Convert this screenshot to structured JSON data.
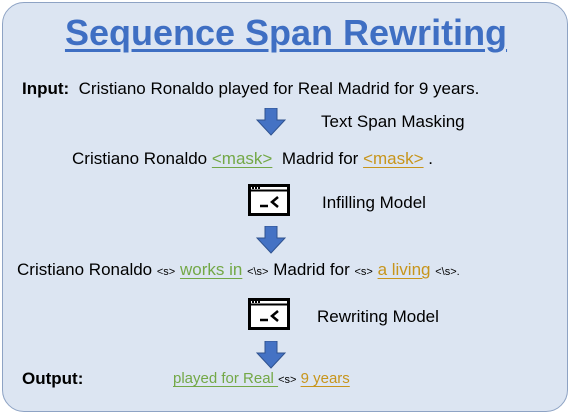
{
  "title": "Sequence Span Rewriting",
  "input": {
    "label": "Input:",
    "text": "Cristiano Ronaldo played for Real Madrid for 9 years."
  },
  "step1": {
    "label": "Text Span Masking"
  },
  "masked": {
    "prefix": "Cristiano Ronaldo",
    "mask1": "<mask>",
    "middle": "Madrid for",
    "mask2": "<mask>",
    "suffix": "."
  },
  "step2": {
    "label": "Infilling Model"
  },
  "infilled": {
    "prefix": "Cristiano Ronaldo",
    "tok_open1": "<s>",
    "span1": "works in",
    "tok_close1": "<\\s>",
    "middle": "Madrid for",
    "tok_open2": "<s>",
    "span2": "a living",
    "tok_close2": "<\\s>."
  },
  "step3": {
    "label": "Rewriting Model"
  },
  "output": {
    "label": "Output:",
    "span1": "played for Real ",
    "sep": "<s>",
    "span2": "9 years"
  },
  "colors": {
    "title": "#3f6fc3",
    "arrow": "#4472c4",
    "green_span": "#73a847",
    "gold_span": "#c7951c",
    "panel": "#dce5f2"
  },
  "icons": [
    "down-arrow-icon",
    "terminal-window-icon"
  ]
}
